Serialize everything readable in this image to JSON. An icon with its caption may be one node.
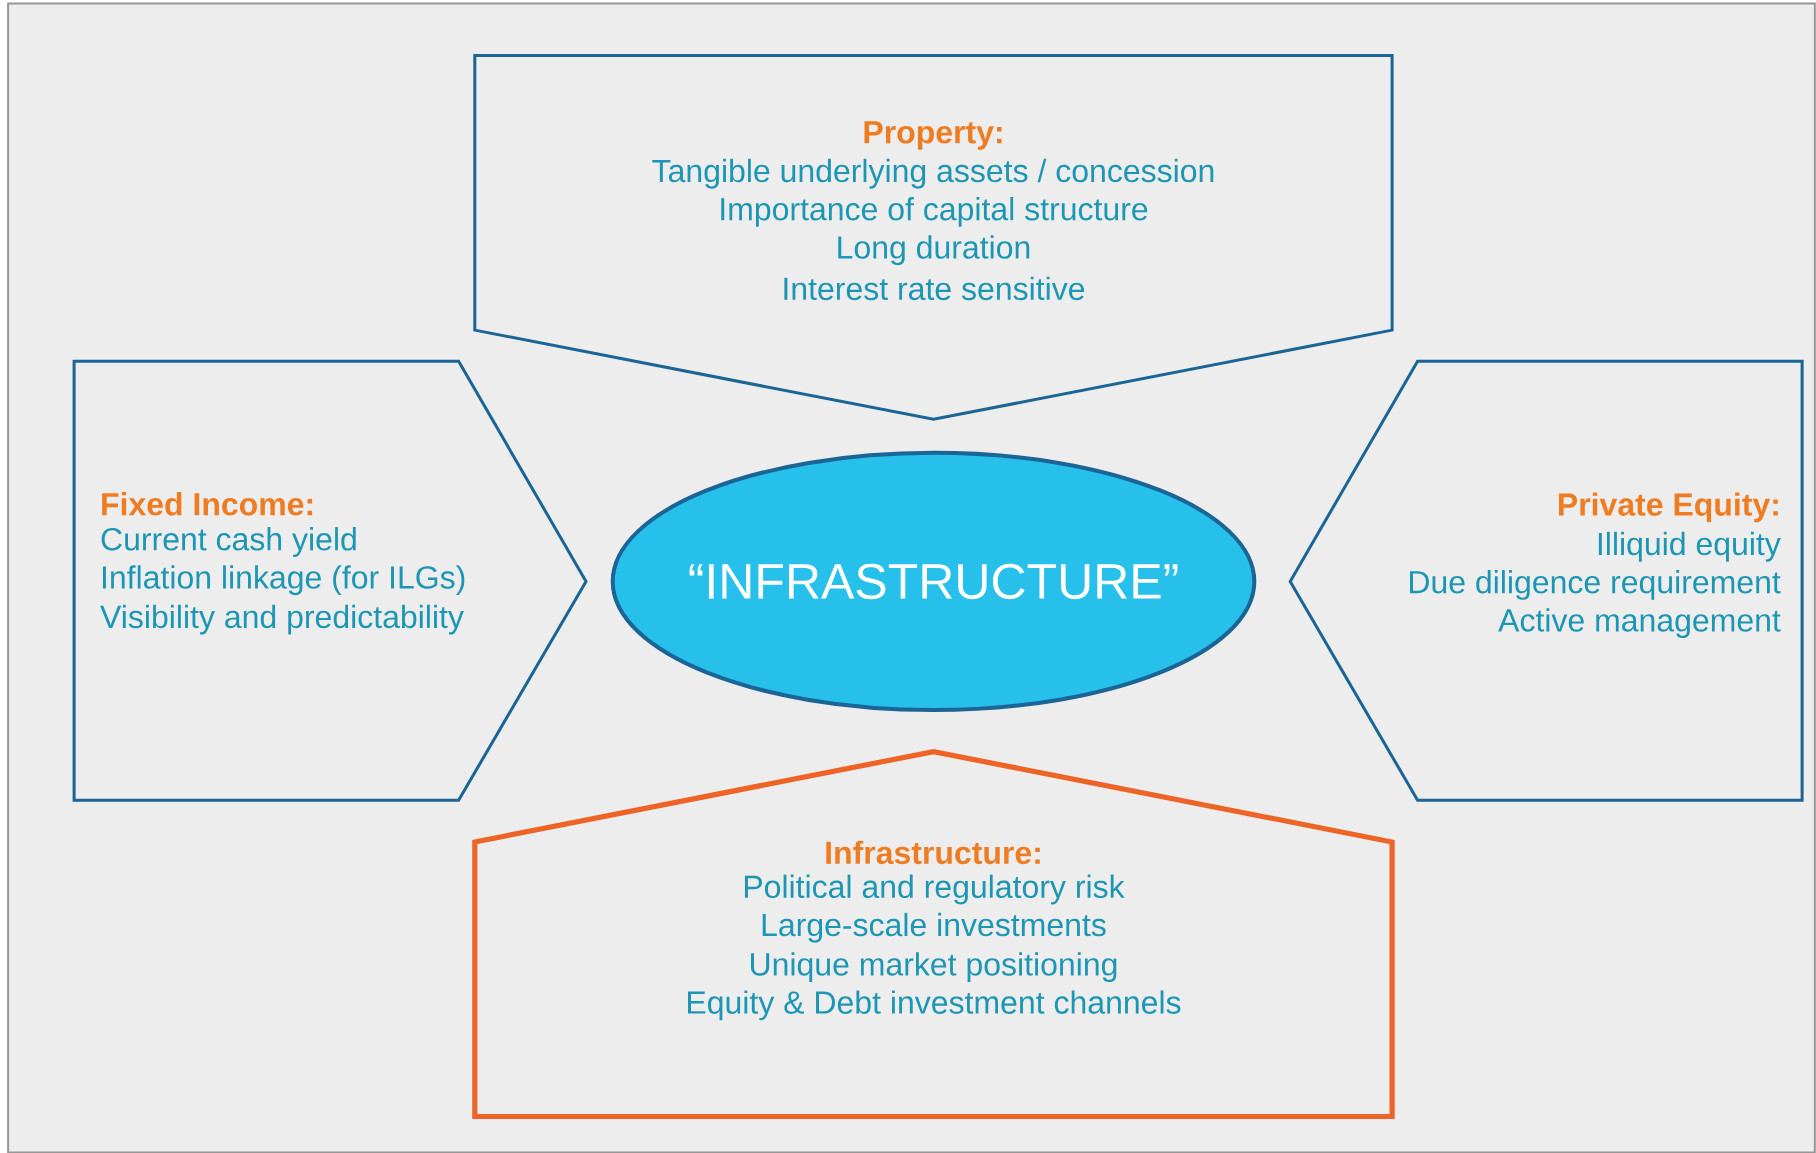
{
  "diagram": {
    "nodes": [
      {
        "text": [
          "Property:",
          "Tangible underlying assets / concession",
          "Importance of capital structure",
          "Long duration",
          "Interest rate sensitive"
        ]
      },
      {
        "text": [
          "Fixed Income:",
          "Current cash yield",
          "Inflation linkage (for ILGs)",
          "Visibility and predictability"
        ]
      },
      {
        "text": [
          "“INFRASTRUCTURE”"
        ]
      },
      {
        "text": [
          "Private Equity:",
          "Illiquid equity",
          "Due diligence requirement",
          "Active management"
        ]
      },
      {
        "text": [
          "Infrastructure:",
          "Political and regulatory risk",
          "Large-scale investments",
          "Unique market positioning",
          "Equity & Debt investment channels"
        ]
      }
    ]
  }
}
